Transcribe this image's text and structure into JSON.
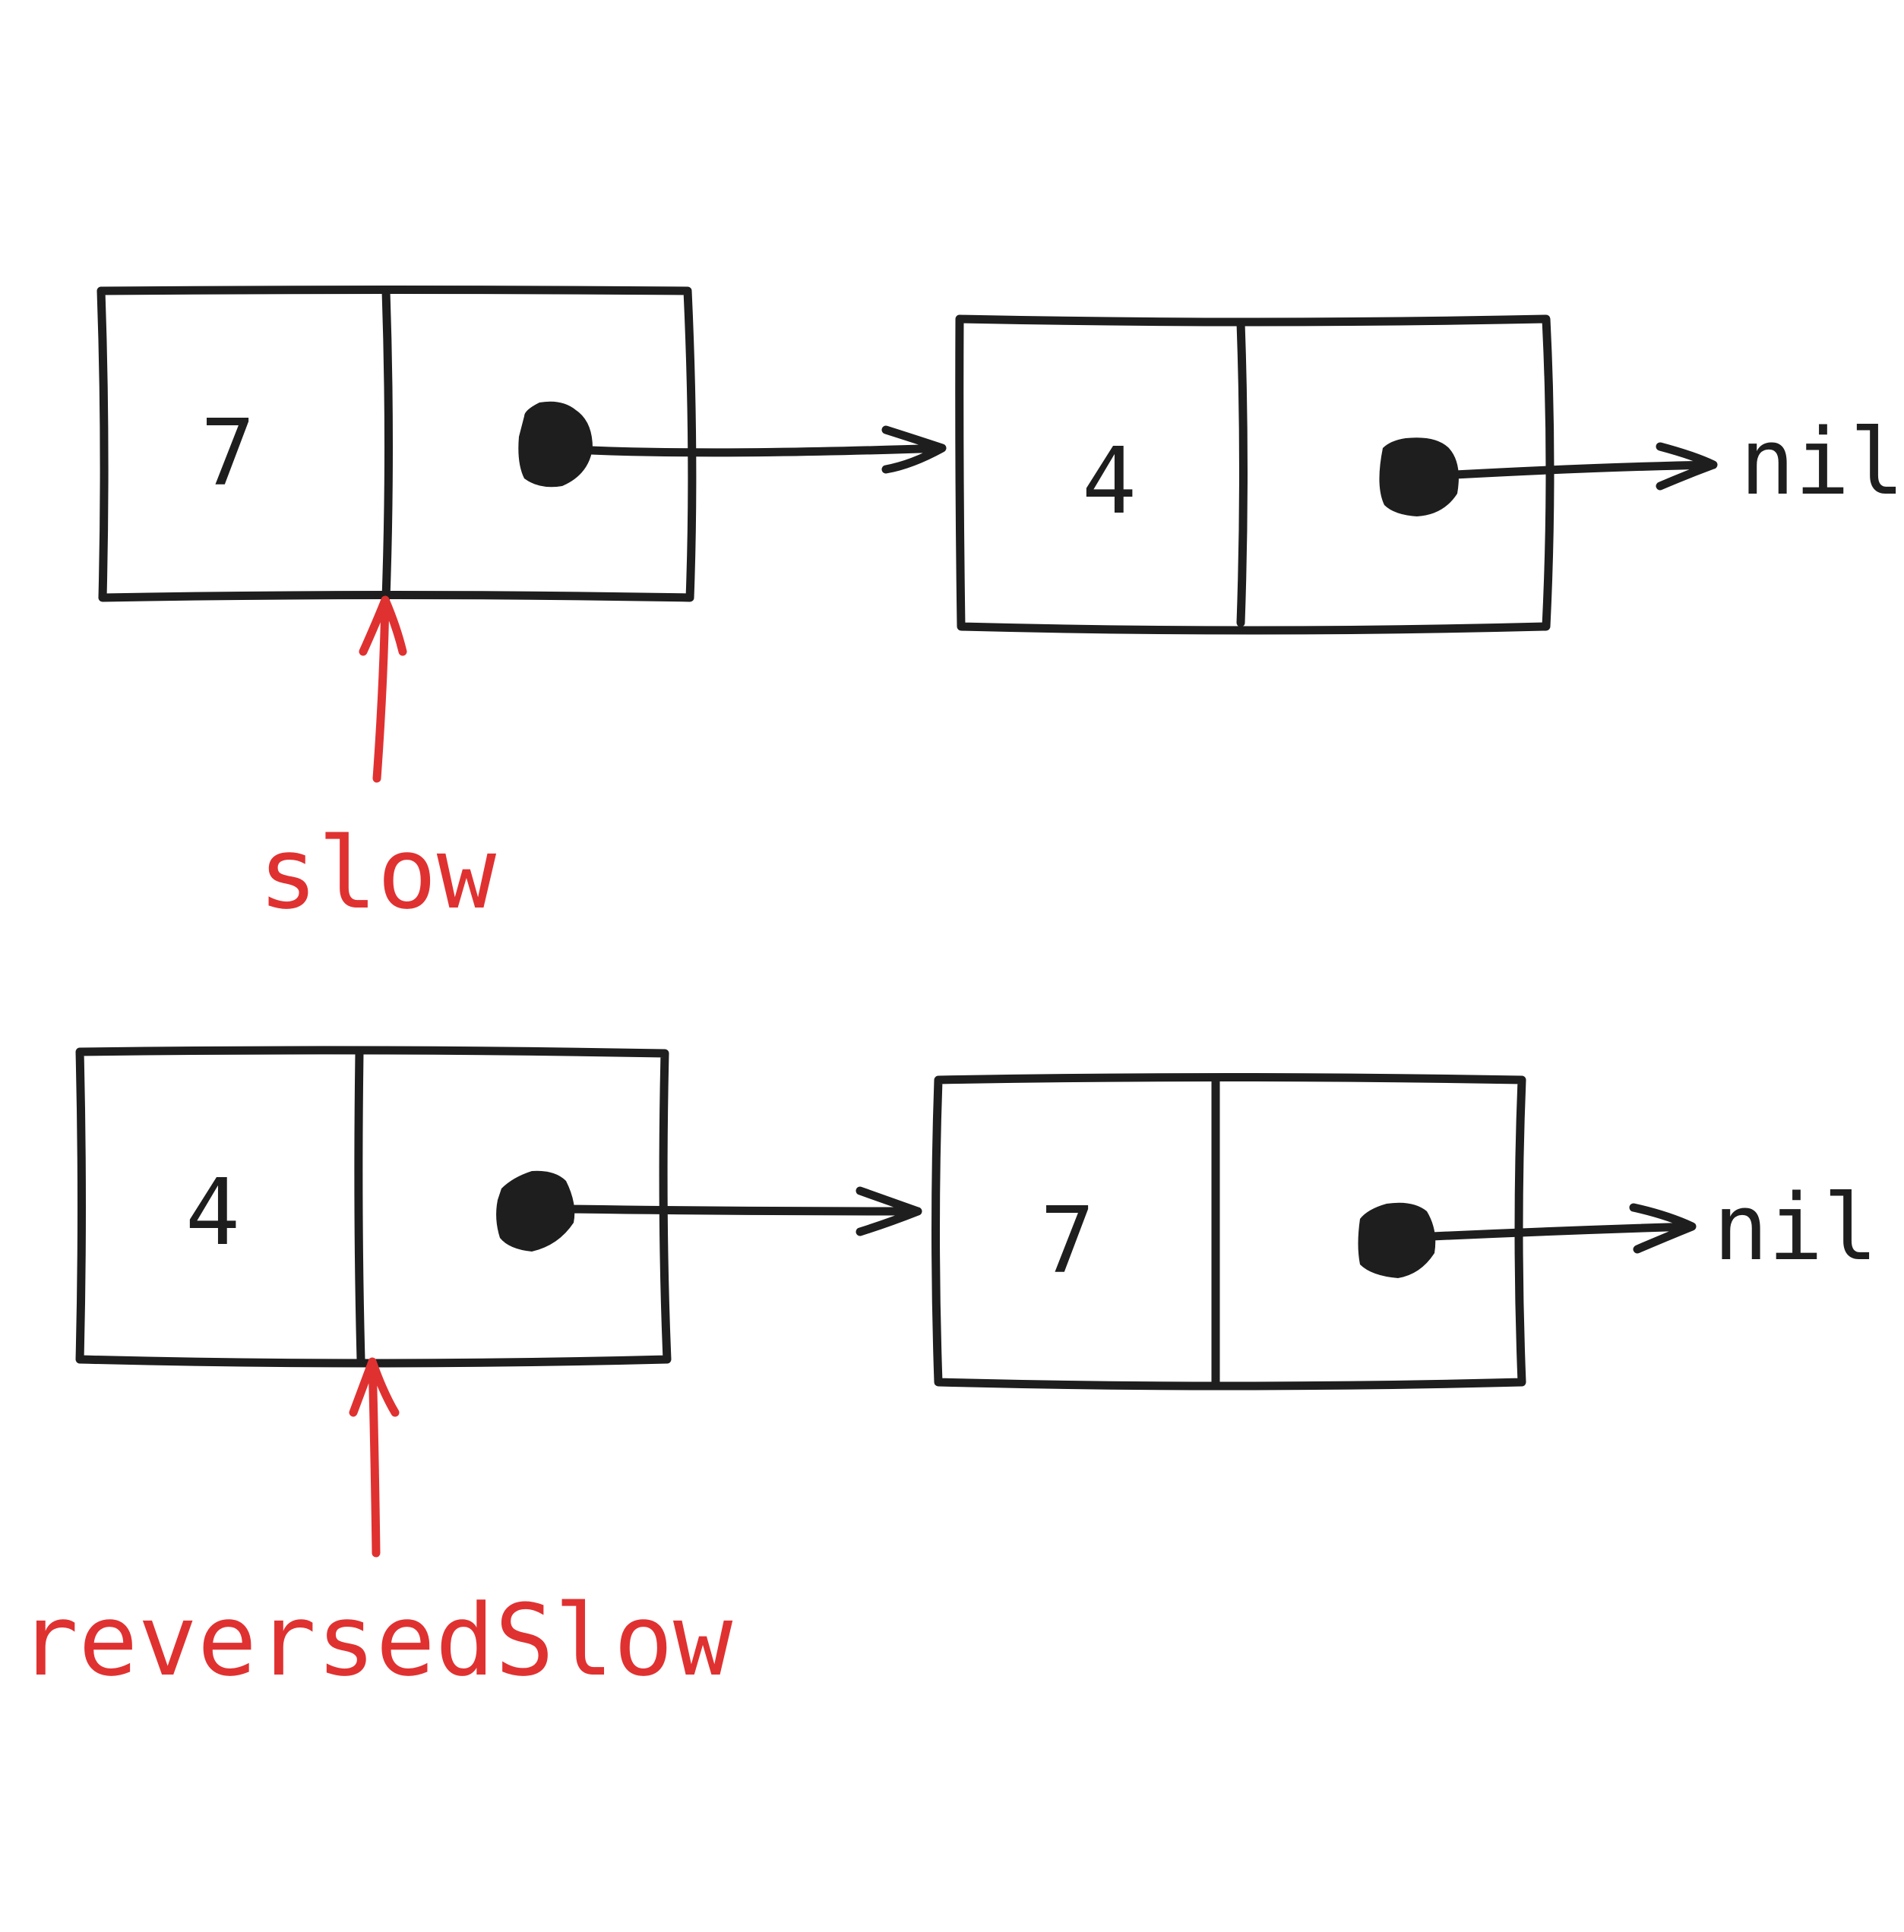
{
  "diagrams": [
    {
      "nodes": [
        {
          "value": "7"
        },
        {
          "value": "4"
        }
      ],
      "terminal": "nil",
      "pointer": {
        "label": "slow"
      }
    },
    {
      "nodes": [
        {
          "value": "4"
        },
        {
          "value": "7"
        }
      ],
      "terminal": "nil",
      "pointer": {
        "label": "reversedSlow"
      }
    }
  ],
  "colors": {
    "ink": "#1e1e1e",
    "pointer": "#e03131",
    "background": "#ffffff"
  }
}
